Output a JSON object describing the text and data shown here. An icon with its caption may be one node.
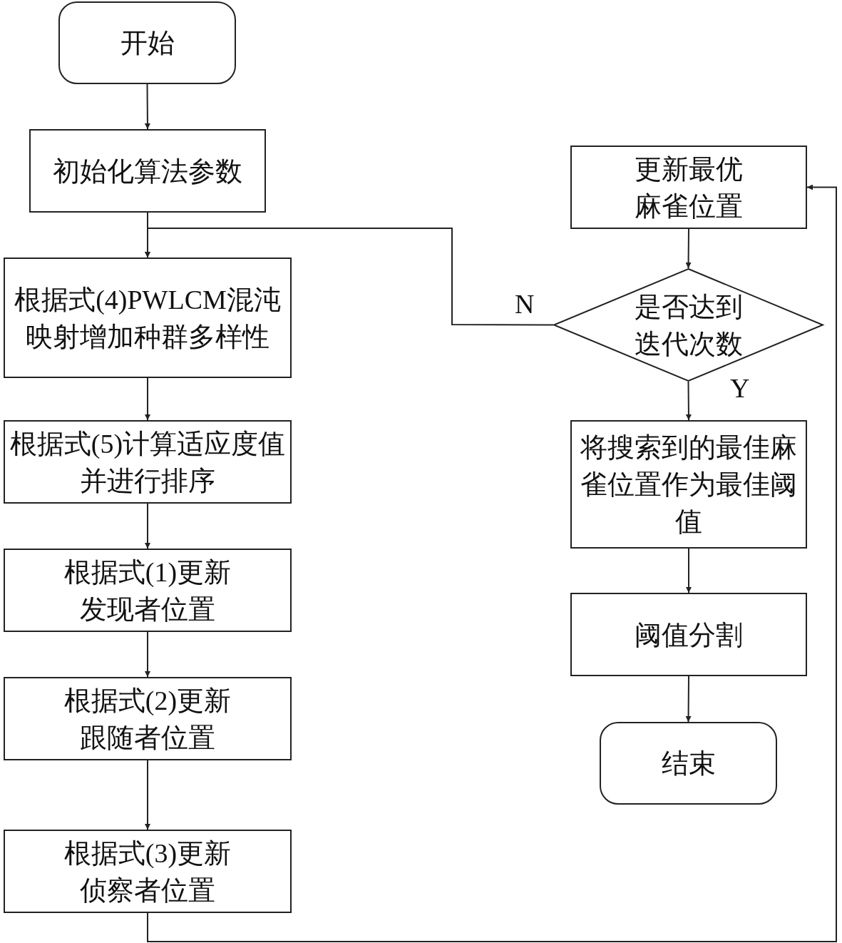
{
  "diagram": {
    "nodes": [
      {
        "text": [
          "开始"
        ]
      },
      {
        "text": [
          "初始化算法参数"
        ]
      },
      {
        "text": [
          "根据式(4)PWLCM混沌映射增加种群多样性"
        ]
      },
      {
        "text": [
          "根据式(5)计算适应度值并进行排序"
        ]
      },
      {
        "text": [
          "根据式(1)更新发现者位置"
        ]
      },
      {
        "text": [
          "根据式(2)更新跟随者位置"
        ]
      },
      {
        "text": [
          "根据式(3)更新侦察者位置"
        ]
      },
      {
        "text": [
          "更新最优麻雀位置"
        ]
      },
      {
        "text": [
          "是否达到迭代次数"
        ]
      },
      {
        "text": [
          "将搜索到的最佳麻雀位置作为最佳阈值"
        ]
      },
      {
        "text": [
          "阈值分割"
        ]
      },
      {
        "text": [
          "结束"
        ]
      }
    ],
    "edges": [
      {
        "from": 0,
        "to": 1,
        "arrow": "to"
      },
      {
        "from": 1,
        "to": 2,
        "arrow": "to"
      },
      {
        "from": 2,
        "to": 3,
        "arrow": "to"
      },
      {
        "from": 3,
        "to": 4,
        "arrow": "to"
      },
      {
        "from": 4,
        "to": 5,
        "arrow": "to"
      },
      {
        "from": 5,
        "to": 6,
        "arrow": "to"
      },
      {
        "from": 6,
        "to": 7,
        "arrow": "to"
      },
      {
        "from": 7,
        "to": 8,
        "arrow": "to"
      },
      {
        "from": 8,
        "to": 2,
        "arrow": "to",
        "label": "N"
      },
      {
        "from": 8,
        "to": 9,
        "arrow": "to",
        "label": "Y"
      },
      {
        "from": 9,
        "to": 10,
        "arrow": "to"
      },
      {
        "from": 10,
        "to": 11,
        "arrow": "to"
      }
    ]
  }
}
